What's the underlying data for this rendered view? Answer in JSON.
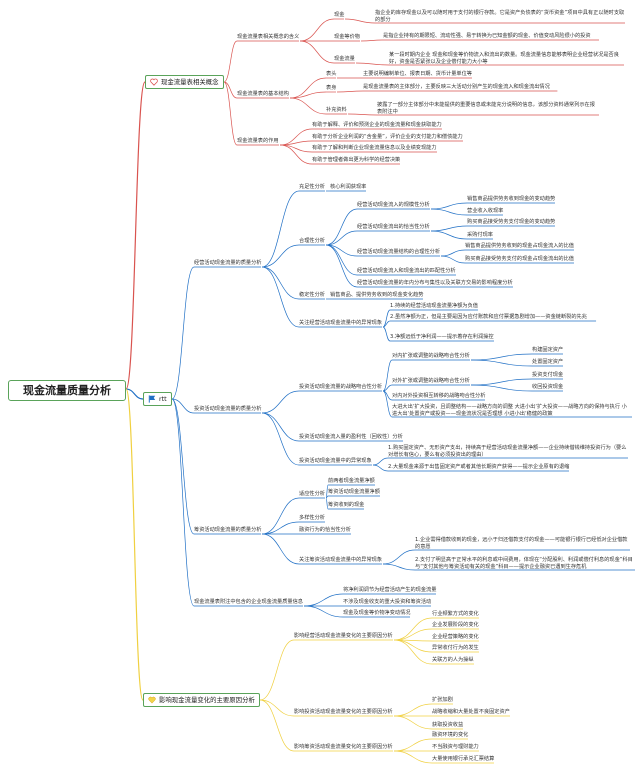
{
  "root": "现金流量质量分析",
  "nodes": [
    {
      "id": "b1",
      "text": "现金流量表相关概念",
      "icon": "heart-outline-icon",
      "color": "#d9534f",
      "children": [
        {
          "id": "b1a",
          "text": "现金流量表相关概念的含义",
          "children": [
            {
              "id": "b1a1",
              "text": "现金",
              "children": [
                {
                  "id": "b1a1a",
                  "text": "指企业的库存现金以及可以随时用于支付的银行存款。它是资产负债表的“货币资金”项目中具有正以随时支取的部分"
                }
              ]
            },
            {
              "id": "b1a2",
              "text": "现金等价物",
              "children": [
                {
                  "id": "b1a2a",
                  "text": "是指企业持有的期限短、流动性强、易于转换为已知金额的现金、价值变动风险很小的投资"
                }
              ]
            },
            {
              "id": "b1a3",
              "text": "现金流量",
              "children": [
                {
                  "id": "b1a3a",
                  "text": "某一段时期内企业 现金和现金等价物流入和流出的数量。现金流量信息能够表明企业经营状况是否良好，资金是否紧张以及企业偿付能力大小等"
                }
              ]
            }
          ]
        },
        {
          "id": "b1b",
          "text": "现金流量表的基本结构",
          "children": [
            {
              "id": "b1b1",
              "text": "表头",
              "children": [
                {
                  "id": "b1b1a",
                  "text": "主要说明编制单位、报表日期、货币计量单位等"
                }
              ]
            },
            {
              "id": "b1b2",
              "text": "表身",
              "children": [
                {
                  "id": "b1b2a",
                  "text": "是现金流量表的主体部分，主要反映三大活动分别产生的现金流入和现金流出情况"
                }
              ]
            },
            {
              "id": "b1b3",
              "text": "补充资料",
              "children": [
                {
                  "id": "b1b3a",
                  "text": "披露了一部分主体部分中未能提供的重要信息或未能充分说明的信息，该部分资料通常列示在报表附注中"
                }
              ]
            }
          ]
        },
        {
          "id": "b1c",
          "text": "现金流量表的作用",
          "children": [
            {
              "id": "b1c1",
              "text": "有助于解释、评价和预测企业的现金流量和现金获取能力"
            },
            {
              "id": "b1c2",
              "text": "有助于分析企业利润的“含金量”，评价企业的支付能力和偿债能力"
            },
            {
              "id": "b1c3",
              "text": "有助于了解和判断企业现金流量信息以及业绩变现能力"
            },
            {
              "id": "b1c4",
              "text": "有助于管理者做出更为科学的经营决策"
            }
          ]
        }
      ]
    },
    {
      "id": "b2",
      "text": "rtt",
      "icon": "flag-icon",
      "color": "#1f6fc5",
      "children": [
        {
          "id": "b2a",
          "text": "经营活动现金流量的质量分析",
          "children": [
            {
              "id": "b2a1",
              "text": "充足性分析",
              "children": [
                {
                  "id": "b2a1a",
                  "text": "核心利润获现率"
                }
              ]
            },
            {
              "id": "b2a2",
              "text": "合理性分析",
              "children": [
                {
                  "id": "b2a2a",
                  "text": "经营活动现金流入的规模性分析",
                  "children": [
                    {
                      "id": "b2a2a1",
                      "text": "销售商品提供劳务收到现金的变动趋势"
                    },
                    {
                      "id": "b2a2a2",
                      "text": "营业收入收现率"
                    }
                  ]
                },
                {
                  "id": "b2a2b",
                  "text": "经营活动现金流出的恰当性分析",
                  "children": [
                    {
                      "id": "b2a2b1",
                      "text": "购买商品接受劳务支付现金的变动趋势"
                    },
                    {
                      "id": "b2a2b2",
                      "text": "采购付现率"
                    }
                  ]
                },
                {
                  "id": "b2a2c",
                  "text": "经营活动现金流量结构的合理性分析",
                  "children": [
                    {
                      "id": "b2a2c1",
                      "text": "销售商品提供劳务收到的现金占现金流入的比值"
                    },
                    {
                      "id": "b2a2c2",
                      "text": "购买商品接受劳务支付的现金占现金流出的比值"
                    }
                  ]
                },
                {
                  "id": "b2a2d",
                  "text": "经营活动现金流入和现金流出的匹配性分析"
                },
                {
                  "id": "b2a2e",
                  "text": "经营活动现金流量的年内分布与集性以及关联方交易的影响程度分析"
                }
              ]
            },
            {
              "id": "b2a3",
              "text": "稳定性分析",
              "children": [
                {
                  "id": "b2a3a",
                  "text": "销售商品、提供劳务收到的现金变化趋势"
                }
              ]
            },
            {
              "id": "b2a4",
              "text": "关注经营活动现金流量中的异常现象",
              "children": [
                {
                  "id": "b2a4a",
                  "text": "1.持续的经营活动现金流量净额为负值"
                },
                {
                  "id": "b2a4b",
                  "text": "2.虽然净额为正，但是主要是因为应付账款和应付票据急剧增加——资金链断裂的先兆"
                },
                {
                  "id": "b2a4c",
                  "text": "3.净额远低于净利润——提示着存在利润操控"
                }
              ]
            }
          ]
        },
        {
          "id": "b2b",
          "text": "投资活动现金流量的质量分析",
          "children": [
            {
              "id": "b2b1",
              "text": "投资活动现金流量的战略吻合性分析",
              "children": [
                {
                  "id": "b2b1a",
                  "text": "对内扩张或调整的战略吻合性分析",
                  "children": [
                    {
                      "id": "b2b1a1",
                      "text": "构建固定资产"
                    },
                    {
                      "id": "b2b1a2",
                      "text": "处置固定资产"
                    }
                  ]
                },
                {
                  "id": "b2b1b",
                  "text": "对外扩张或调整的战略吻合性分析",
                  "children": [
                    {
                      "id": "b2b1b1",
                      "text": "投资支付现金"
                    },
                    {
                      "id": "b2b1b2",
                      "text": "收回投资现金"
                    }
                  ]
                },
                {
                  "id": "b2b1c",
                  "text": "对内对外投资相互转移的战略吻合性分析"
                },
                {
                  "id": "b2b1d",
                  "text": "大进大出‘扩大投资，且调整结构——战略方向的调整 大进小出‘扩大投资——战略方向的保持与执行 小进大出‘处置资产或投资——现金流状况是否理想 小进小出‘稳健的政策"
                }
              ]
            },
            {
              "id": "b2b2",
              "text": "投资活动现金流入量的盈利性（回收性）分析"
            },
            {
              "id": "b2b3",
              "text": "投资活动现金流量中的异常现象",
              "children": [
                {
                  "id": "b2b3a",
                  "text": "1.购买固定资产、无形资产支出，持续高于经营活动现金流量净额——企业持续借钱维持投资行为（要么对增长有信心，要么有必须投资出的理由）"
                },
                {
                  "id": "b2b3b",
                  "text": "2.大量现金来源于出售固定资产或者其他长期资产获得——提示企业原有的退缩"
                }
              ]
            }
          ]
        },
        {
          "id": "b2c",
          "text": "筹资活动现金流量的质量分析",
          "children": [
            {
              "id": "b2c1",
              "text": "适应性分析",
              "children": [
                {
                  "id": "b2c1a",
                  "text": "前两者现金流量净额"
                },
                {
                  "id": "b2c1b",
                  "text": "筹资活动现金流量净额"
                },
                {
                  "id": "b2c1c",
                  "text": "筹资收到的现金"
                }
              ]
            },
            {
              "id": "b2c2",
              "text": "多样性分析"
            },
            {
              "id": "b2c3",
              "text": "融资行为的恰当性分析"
            },
            {
              "id": "b2c4",
              "text": "关注筹资活动现金流量中的异常现象",
              "children": [
                {
                  "id": "b2c4a",
                  "text": "1.企业需得借款收到的现金，远小于归还借款支付的现金——可能银行银行已经低对企业借款的意愿"
                },
                {
                  "id": "b2c4b",
                  "text": "2.支付了明显高于正常水平的利息或中间费用，体现在“分配股利、利润或偿付利息的现金”科目与“支付其他与筹资活动有关的现金”科目——提示企业融资已遇到生存危机"
                }
              ]
            }
          ]
        },
        {
          "id": "b2d",
          "text": "现金流量表附注中包含的企业现金流量质量信息",
          "children": [
            {
              "id": "b2d1",
              "text": "将净利润调节为经营活动产生的现金流量"
            },
            {
              "id": "b2d2",
              "text": "不涉及现金收支的重大投资和筹资活动"
            },
            {
              "id": "b2d3",
              "text": "现金及现金等价物净变动情况"
            }
          ]
        }
      ]
    },
    {
      "id": "b3",
      "text": "影响现金流量变化的主要原因分析",
      "icon": "heart-filled-icon",
      "color": "#f0d040",
      "children": [
        {
          "id": "b3a",
          "text": "影响经营活动现金流量变化的主要原因分析",
          "children": [
            {
              "id": "b3a1",
              "text": "行业频繁方式的变化"
            },
            {
              "id": "b3a2",
              "text": "企业发展阶段的变化"
            },
            {
              "id": "b3a3",
              "text": "企业经营策略的变化"
            },
            {
              "id": "b3a4",
              "text": "异常收付行为的发生"
            },
            {
              "id": "b3a5",
              "text": "关联方的人为操纵"
            }
          ]
        },
        {
          "id": "b3b",
          "text": "影响投资活动现金流量变化的主要原因分析",
          "children": [
            {
              "id": "b3b1",
              "text": "扩张加剧"
            },
            {
              "id": "b3b2",
              "text": "战略收缩和大量处置不良固定资产"
            },
            {
              "id": "b3b3",
              "text": "获取投资收益"
            }
          ]
        },
        {
          "id": "b3c",
          "text": "影响筹资活动现金流量变化的主要原因分析",
          "children": [
            {
              "id": "b3c1",
              "text": "融资环境的变化"
            },
            {
              "id": "b3c2",
              "text": "不当融资与理财能力"
            },
            {
              "id": "b3c3",
              "text": "大量使用银行承兑汇票结算"
            }
          ]
        }
      ]
    }
  ]
}
